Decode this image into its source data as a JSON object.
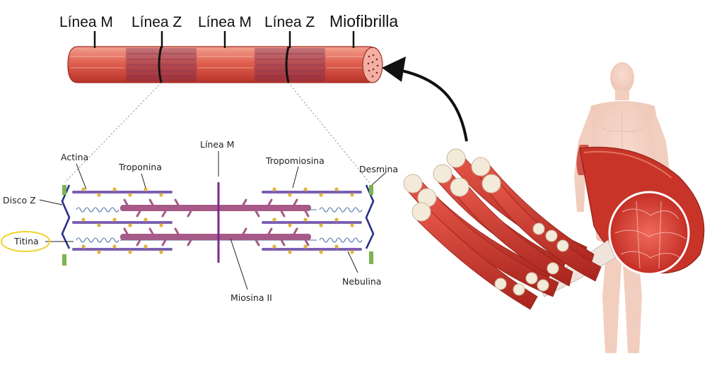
{
  "top_labels": {
    "linea_m_1": "Línea M",
    "linea_z_1": "Línea Z",
    "linea_m_2": "Línea M",
    "linea_z_2": "Línea Z",
    "miofibrilla": "Miofibrilla"
  },
  "sarcomere_labels": {
    "actina": "Actina",
    "troponina": "Troponina",
    "linea_m": "Línea M",
    "tropomiosina": "Tropomiosina",
    "desmina": "Desmina",
    "disco_z": "Disco Z",
    "titina": "Titina",
    "nebulina": "Nebulina",
    "miosina_ii": "Miosina II"
  },
  "colors": {
    "muscle": "#d9473c",
    "muscle_light": "#f08a78",
    "myosin": "#a55a87",
    "actin": "#7b5fb0",
    "troponin": "#e0b53a",
    "z_disc": "#2a2f86",
    "m_line": "#7a2a8c",
    "desmin": "#7ab551",
    "highlight": "#f2d22a"
  }
}
